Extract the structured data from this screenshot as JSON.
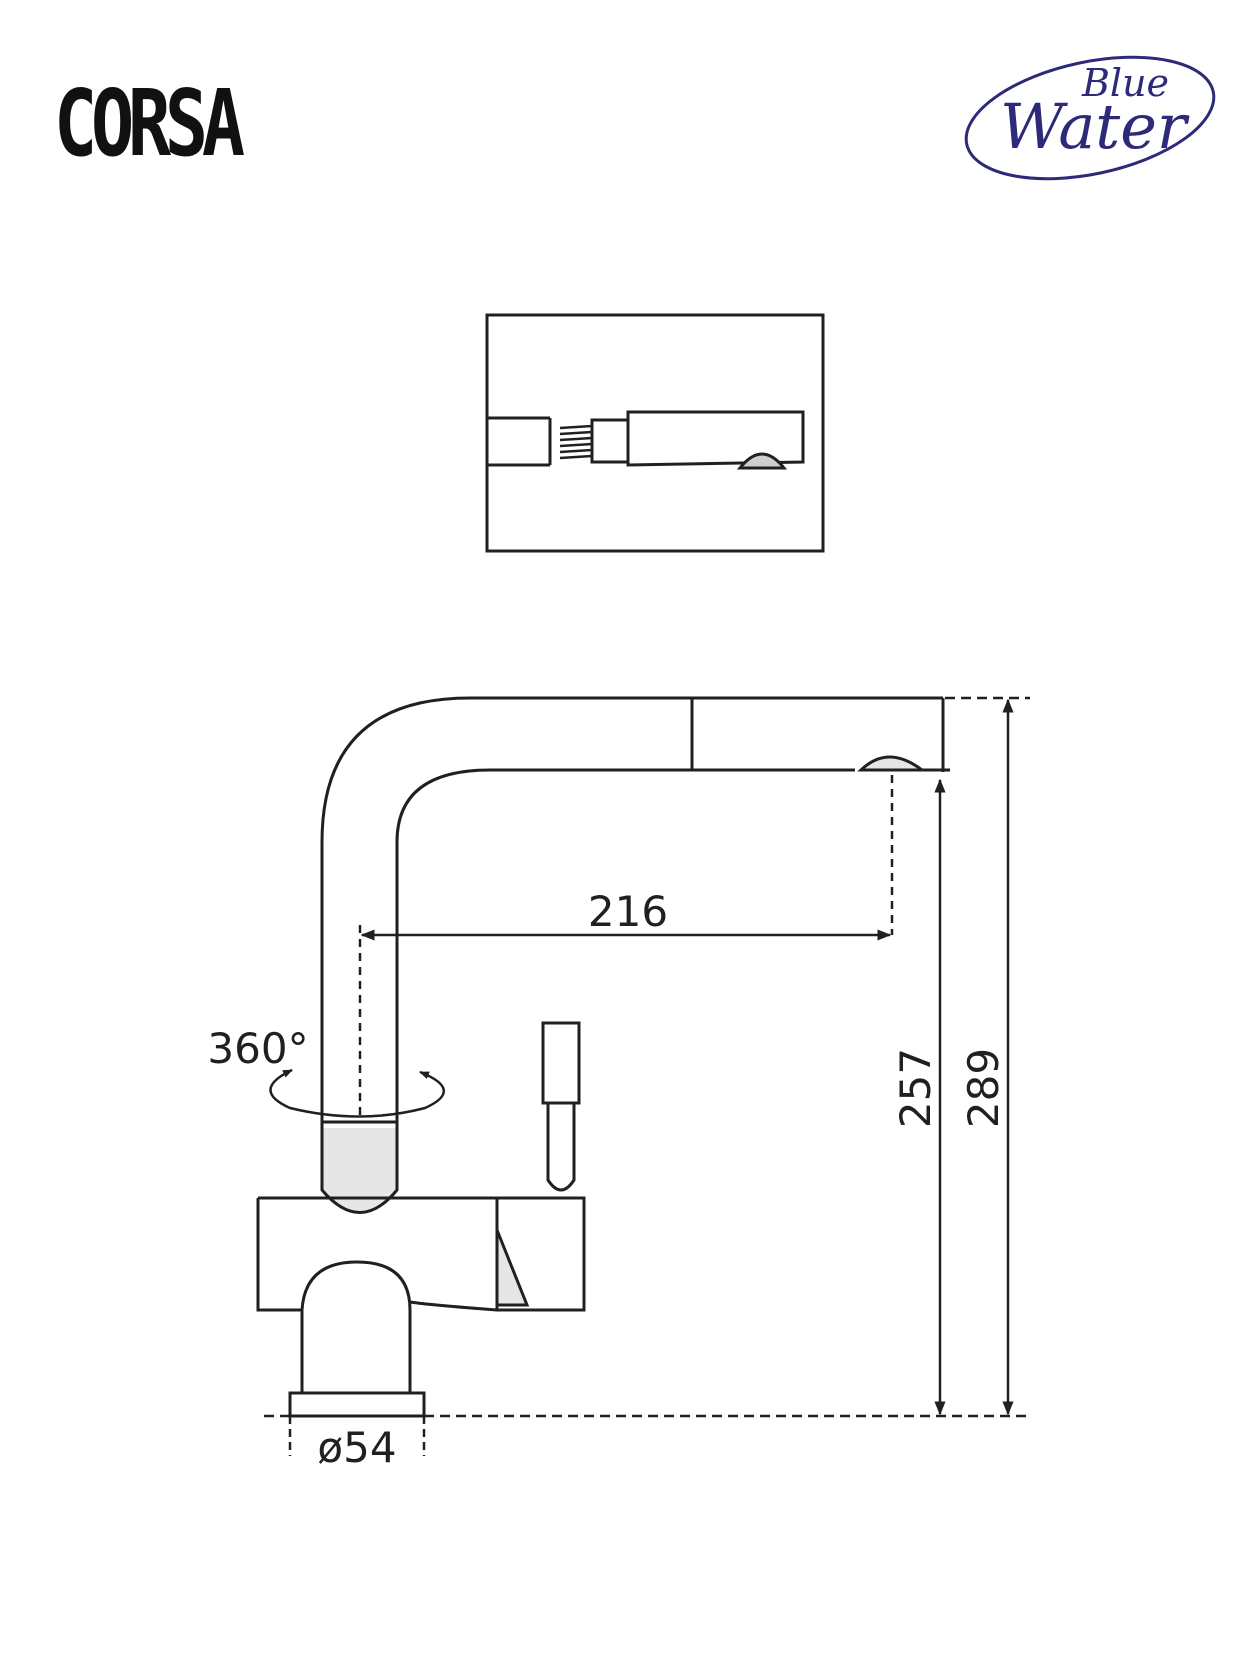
{
  "title": "CORSA",
  "brand": {
    "line1": "Blue",
    "line2": "Water",
    "color": "#2d2a7a"
  },
  "dimensions": {
    "spout_reach": "216",
    "rotation": "360°",
    "spout_height": "257",
    "total_height": "289",
    "base_diameter": "ø54"
  },
  "colors": {
    "line": "#231f20"
  }
}
